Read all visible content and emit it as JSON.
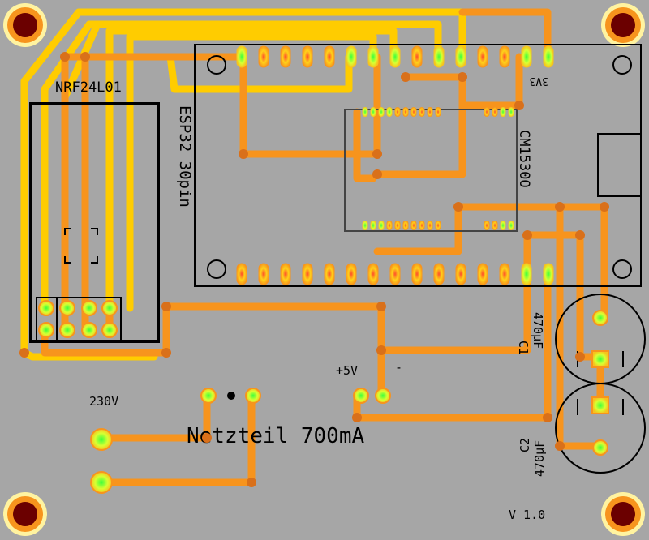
{
  "board": {
    "version": "V 1.0",
    "colors": {
      "background": "#a6a6a6",
      "trace_bottom": "#f7941d",
      "trace_top": "#ffcc00",
      "silkscreen": "#000000",
      "mount_hole": "#6b0000"
    }
  },
  "labels": {
    "nrf_module": "NRF24L01",
    "esp_module": "ESP32 30pin",
    "esp_pin_3v3": "3V3",
    "driver_chip": "CM1530O",
    "cap1_name": "C1",
    "cap1_value": "470µF",
    "cap2_name": "C2",
    "cap2_value": "470µF",
    "psu_module": "Netzteil 700mA",
    "input_voltage": "230V",
    "out_plus": "+5V",
    "out_minus": "-"
  }
}
